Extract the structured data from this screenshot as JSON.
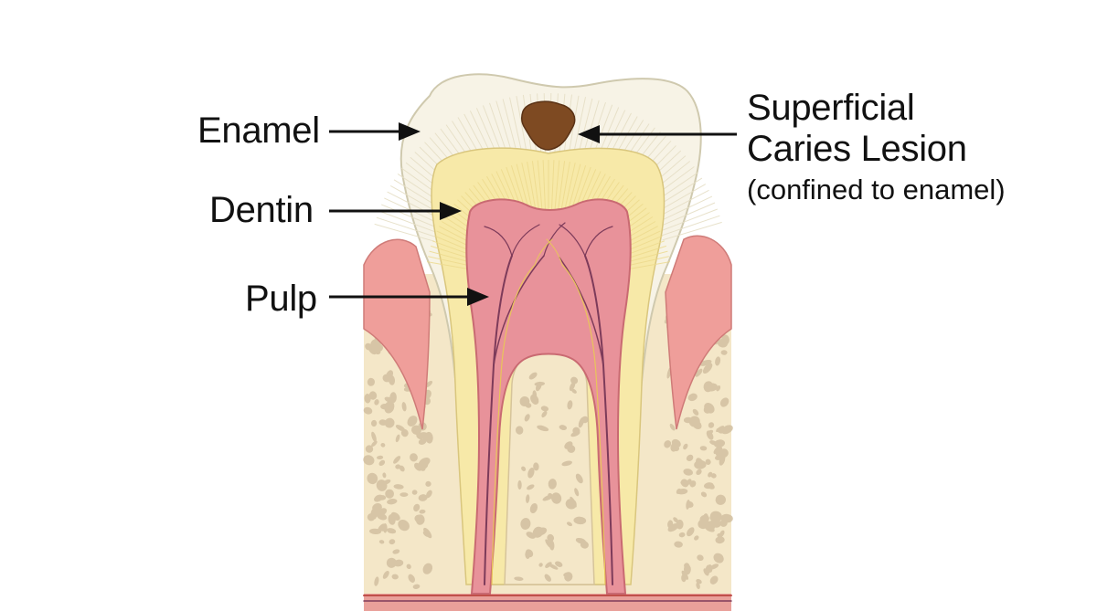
{
  "labels": {
    "enamel": "Enamel",
    "dentin": "Dentin",
    "pulp": "Pulp",
    "caries_line1": "Superficial",
    "caries_line2": "Caries Lesion",
    "caries_line3": "(confined to enamel)"
  },
  "colors": {
    "enamel": "#f7f3e6",
    "dentin": "#f7e9a8",
    "pulp": "#e8929a",
    "gum": "#ef9e9a",
    "bone": "#f4e7c8",
    "bone_pores": "#d1bfa0",
    "lesion": "#7e4a22",
    "arrow": "#111111"
  }
}
